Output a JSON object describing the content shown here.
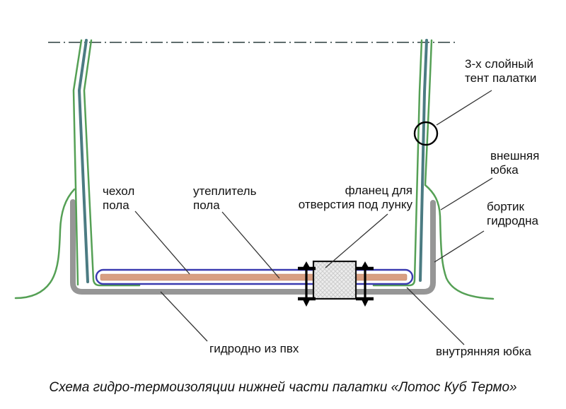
{
  "diagram": {
    "caption": "Схема гидро-термоизоляции нижней части палатки «Лотос Куб Термо»",
    "labels": {
      "tent_layers": "3-х слойный\nтент палатки",
      "outer_skirt": "внешняя\nюбка",
      "hydro_rim": "бортик\nгидродна",
      "floor_cover": "чехол\nпола",
      "floor_insulation": "утеплитель\nпола",
      "flange": "фланец для\nотверстия под лунку",
      "pvc_bottom": "гидродно из пвх",
      "inner_skirt": "внутрянняя юбка"
    },
    "colors": {
      "green": "#55a055",
      "teal": "#4b7b82",
      "gray": "#969696",
      "blue": "#3a3ab0",
      "salmon": "#d89f82",
      "leader": "#333333",
      "cutline": "#5f6d6d",
      "text": "#111111",
      "bg": "#ffffff"
    }
  }
}
